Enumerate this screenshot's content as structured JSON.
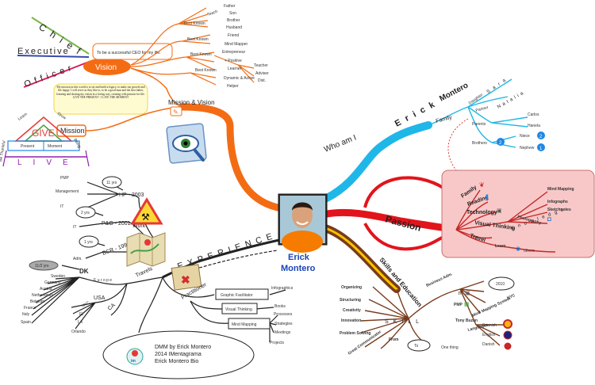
{
  "center": {
    "name_line1": "Erick",
    "name_line2": "Montero"
  },
  "top_left": {
    "chief_letters": [
      "C",
      "h",
      "i",
      "e",
      "f"
    ],
    "executive_letters": [
      "E",
      "x",
      "e",
      "c",
      "u",
      "t",
      "i",
      "v",
      "e"
    ],
    "officer_letters": [
      "O",
      "f",
      "f",
      "i",
      "c",
      "e",
      "r"
    ],
    "vision_label": "Vision",
    "vision_quote": "To be a successful CEO for my life.",
    "vision_branches": [
      "Best Known",
      "Best Known",
      "Best Known",
      "Best Known"
    ],
    "vision_leaves": [
      "Father",
      "Son",
      "Brother",
      "Husband",
      "Friend",
      "Mind Mapper",
      "Entrepreneur",
      "+ Positive",
      "Learner",
      "Teacher",
      "Adviser",
      "Dist.",
      "Dynamic & Active",
      "Helper",
      "Teach"
    ],
    "mission_label": "Mission",
    "mission_quote": "My mission in this world is to set and build a legacy, to make our growth and life happy. I will serve as they like to, to be a good man and the best father, learning and sharing my vision in a loving way, creating with passion for life. LIVE THE PRESENT - I LIVE THE MOMENT",
    "mission_vision_label": "Mission & Vision",
    "give_label": "GIVE",
    "give_left": "Learn",
    "give_right": "Grow",
    "give_bottom_labels": [
      "Present",
      "Moment",
      "Being"
    ],
    "live_letters": [
      "L",
      "I",
      "V",
      "E"
    ],
    "be_thankful": "Be Thankful"
  },
  "work": {
    "label": "Work",
    "jobs": [
      {
        "title": "HP - 2003",
        "years": "11 yrs",
        "leaves": [
          "PMP",
          "Management",
          "IT"
        ]
      },
      {
        "title": "P&G - 2001",
        "years": "2 yrs",
        "leaves": [
          "IT"
        ]
      },
      {
        "title": "BCR - 1999",
        "years": "1 yrs",
        "leaves": [
          "Adm."
        ]
      }
    ]
  },
  "travels": {
    "label": "Travels",
    "europe_label": "E u r o p e",
    "dk_label": "DK",
    "dk_years": "11/2 yrs",
    "europe_countries": [
      "Sweden",
      "Germany",
      "Austria",
      "Netherlands",
      "Belgium",
      "France",
      "Italy",
      "Spain"
    ],
    "usa_label": "USA",
    "usa_cities": [
      "NYC",
      "FL",
      "LA",
      "Orlando"
    ],
    "ca_label": "CA"
  },
  "experience": {
    "letters": [
      "E",
      "X",
      "P",
      "E",
      "R",
      "I",
      "E",
      "N",
      "C",
      "E"
    ],
    "practitioner_label": "Practitioner",
    "boxes": [
      "Graphic Facilitator",
      "Visual Thinking",
      "Mind Mapping"
    ],
    "leaves": [
      "Infographics",
      "Books",
      "Processes",
      "Strategies",
      "Meetings",
      "Projects"
    ]
  },
  "credit": {
    "line1": "DMM by Erick Montero",
    "line2": "2014 IMentagrama",
    "line3": "Erick Montero Bio"
  },
  "who_am_i": {
    "label": "Who am I",
    "erick_letters": [
      "E",
      "r",
      "i",
      "c",
      "k"
    ],
    "montero_label": "Montero",
    "family_label": "Family",
    "daughter": "Daughter",
    "daughter_letters": [
      "S",
      "a",
      "r",
      "a"
    ],
    "partner": "Partner",
    "partner_letters": [
      "N",
      "a",
      "t",
      "a",
      "l",
      "i",
      "a"
    ],
    "parents": "Parents",
    "parents_names": [
      "Carlos",
      "Hanela"
    ],
    "brothers": "Brothers",
    "brothers_count": "2",
    "nieces": [
      "Niece",
      "Nephew"
    ],
    "niece_counts": [
      "2",
      "1"
    ]
  },
  "passion": {
    "label": "Passion",
    "items": [
      "Family",
      "Reading",
      "Technology",
      "Visual Thinking",
      "Travel",
      "Learn"
    ],
    "vt_children": [
      "Mind Mapping",
      "Infographs",
      "Sketchnotes",
      "Photography"
    ],
    "knowledge_letters": [
      "K",
      "n",
      "o",
      "w",
      "l",
      "e",
      "d",
      "g",
      "e"
    ],
    "others": "others"
  },
  "skills": {
    "label": "Skills and Education",
    "skill_letters": [
      "S",
      "K",
      "I",
      "L",
      "L"
    ],
    "left": [
      "Organizing",
      "Structuring",
      "Creativity",
      "Innovation",
      "Problem Solving",
      "Great Communicator"
    ],
    "right": [
      "Business Adm.",
      "IT",
      "PMP",
      "Mind Mapping System",
      "Languages"
    ],
    "year": "2010",
    "nyc": "NYC",
    "languages": [
      "Spanish",
      "English",
      "Danish"
    ],
    "tony_buzan": "Tony Buzan",
    "from": "From",
    "to": "To",
    "one_thing": "One thing"
  }
}
